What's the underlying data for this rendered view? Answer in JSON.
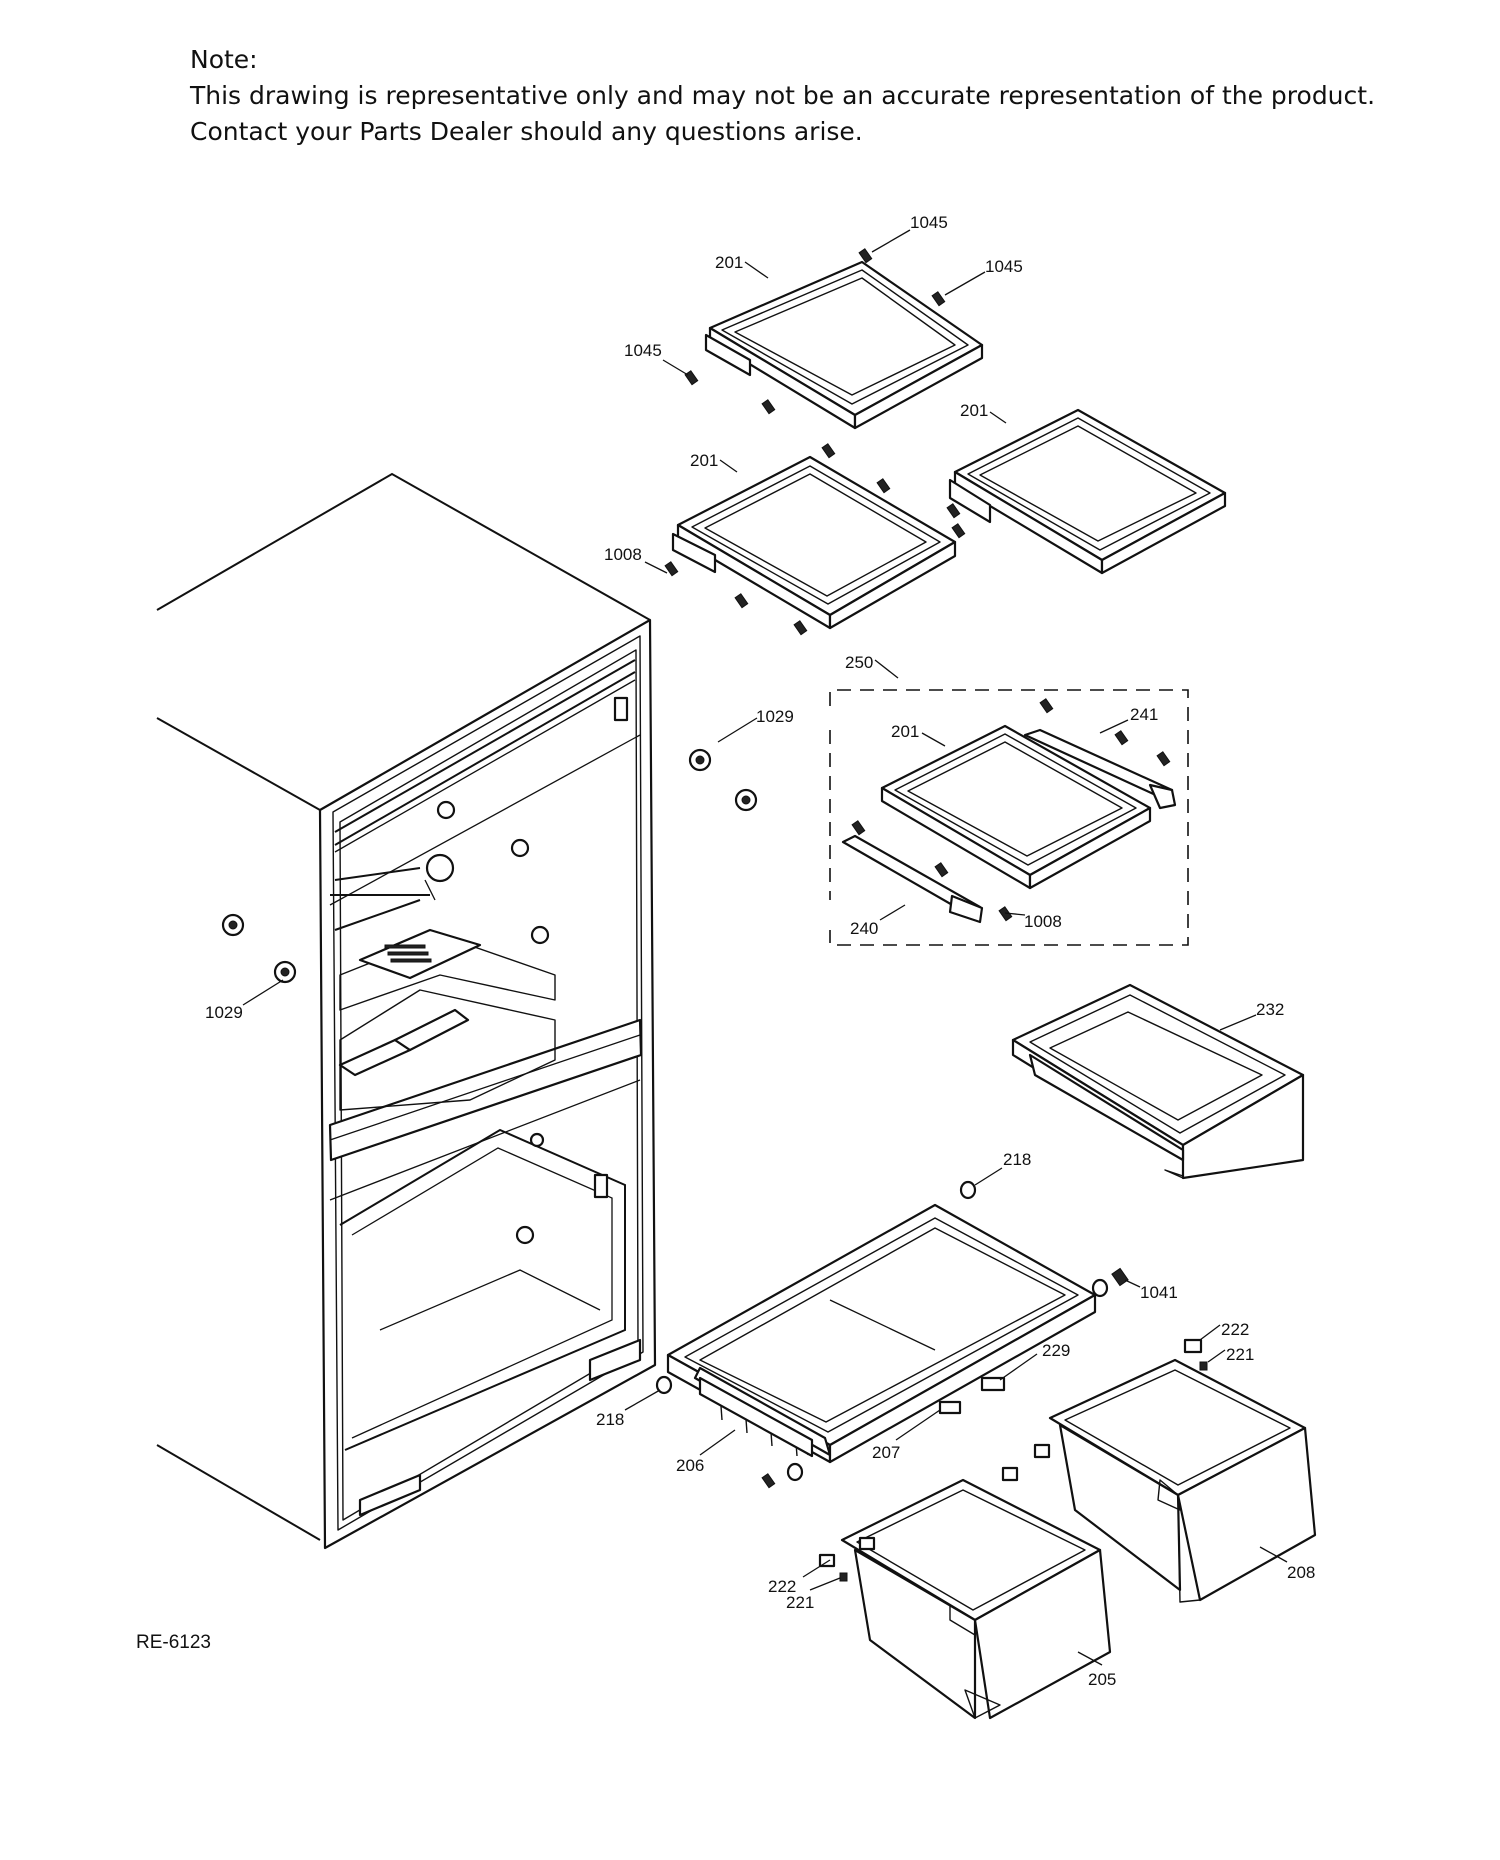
{
  "note": {
    "heading": "Note:",
    "line1": "This drawing is representative only and may not be an accurate representation of the product.",
    "line2": "Contact your Parts Dealer should any questions arise."
  },
  "drawing_ref": "RE-6123",
  "callouts": {
    "c1045a": "1045",
    "c1045b": "1045",
    "c1045c": "1045",
    "c201a": "201",
    "c201b": "201",
    "c201c": "201",
    "c201d": "201",
    "c1008a": "1008",
    "c1008b": "1008",
    "c250": "250",
    "c241": "241",
    "c240": "240",
    "c1029a": "1029",
    "c1029b": "1029",
    "c232": "232",
    "c218a": "218",
    "c218b": "218",
    "c1041": "1041",
    "c222a": "222",
    "c221a": "221",
    "c229": "229",
    "c207": "207",
    "c206": "206",
    "c208": "208",
    "c222b": "222",
    "c221b": "221",
    "c205": "205"
  }
}
